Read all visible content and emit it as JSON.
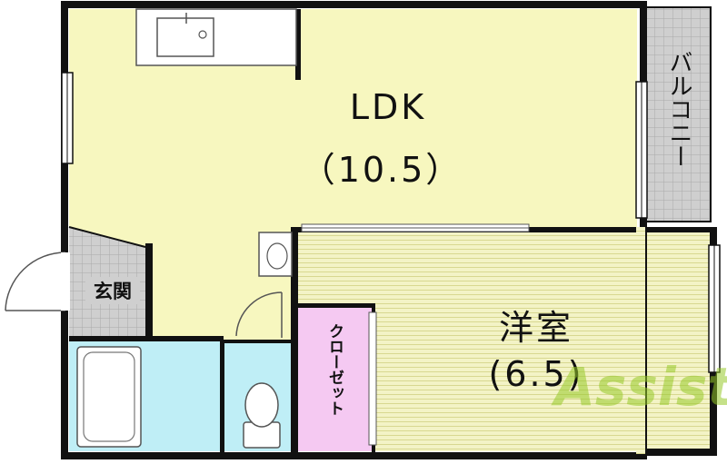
{
  "rooms": {
    "ldk": {
      "label": "LDK",
      "size": "（10.5）"
    },
    "western": {
      "label": "洋室",
      "size": "(6.5)"
    },
    "balcony": {
      "label": "バルコニー"
    },
    "entrance": {
      "label": "玄関"
    },
    "closet": {
      "label": "クローゼット"
    }
  },
  "watermark": {
    "text": "Assist"
  },
  "colors": {
    "ldk": "#f7f7bf",
    "western": "#f3f3c6",
    "closet": "#f5c9f2",
    "wet_area": "#bfeef6",
    "entrance": "#c9c9c9",
    "balcony": "#c9c9c9",
    "wall": "#111111",
    "watermark": "#9acd32"
  }
}
